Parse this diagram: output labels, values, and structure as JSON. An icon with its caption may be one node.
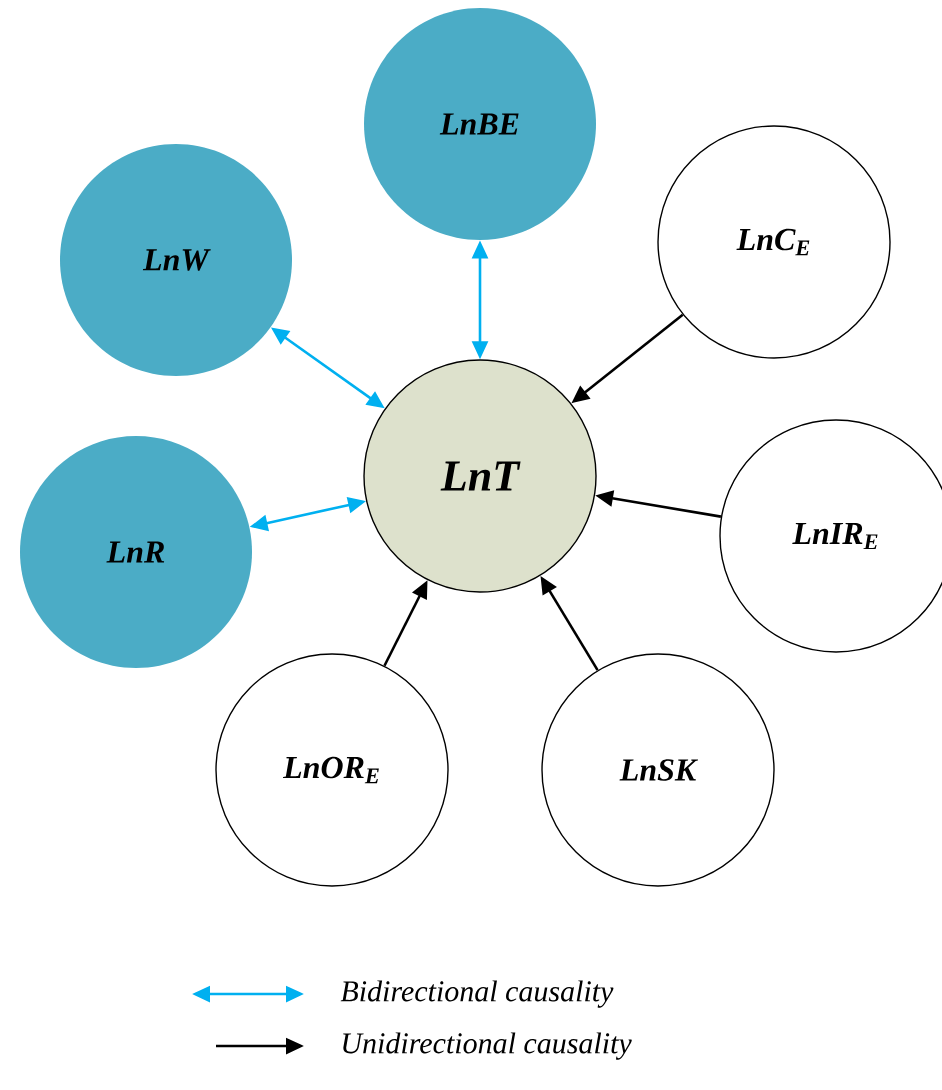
{
  "diagram": {
    "nodes": [
      {
        "text": [
          "LnT"
        ]
      },
      {
        "text": [
          "LnBE"
        ]
      },
      {
        "text": [
          "LnW"
        ]
      },
      {
        "text": [
          "LnC$_{E}$"
        ]
      },
      {
        "text": [
          "LnR"
        ]
      },
      {
        "text": [
          "LnIR$_{E}$"
        ]
      },
      {
        "text": [
          "LnOR$_{E}$"
        ]
      },
      {
        "text": [
          "LnSK"
        ]
      }
    ],
    "edges": [
      {
        "from": 1,
        "to": 0,
        "arrow": "both",
        "color": "#00b0f0"
      },
      {
        "from": 2,
        "to": 0,
        "arrow": "both",
        "color": "#00b0f0"
      },
      {
        "from": 4,
        "to": 0,
        "arrow": "both",
        "color": "#00b0f0"
      },
      {
        "from": 3,
        "to": 0,
        "arrow": "to"
      },
      {
        "from": 5,
        "to": 0,
        "arrow": "to"
      },
      {
        "from": 6,
        "to": 0,
        "arrow": "to"
      },
      {
        "from": 7,
        "to": 0,
        "arrow": "to"
      }
    ],
    "legend": [
      {
        "text": "Bidirectional causality"
      },
      {
        "text": "Unidirectional causality"
      }
    ]
  }
}
